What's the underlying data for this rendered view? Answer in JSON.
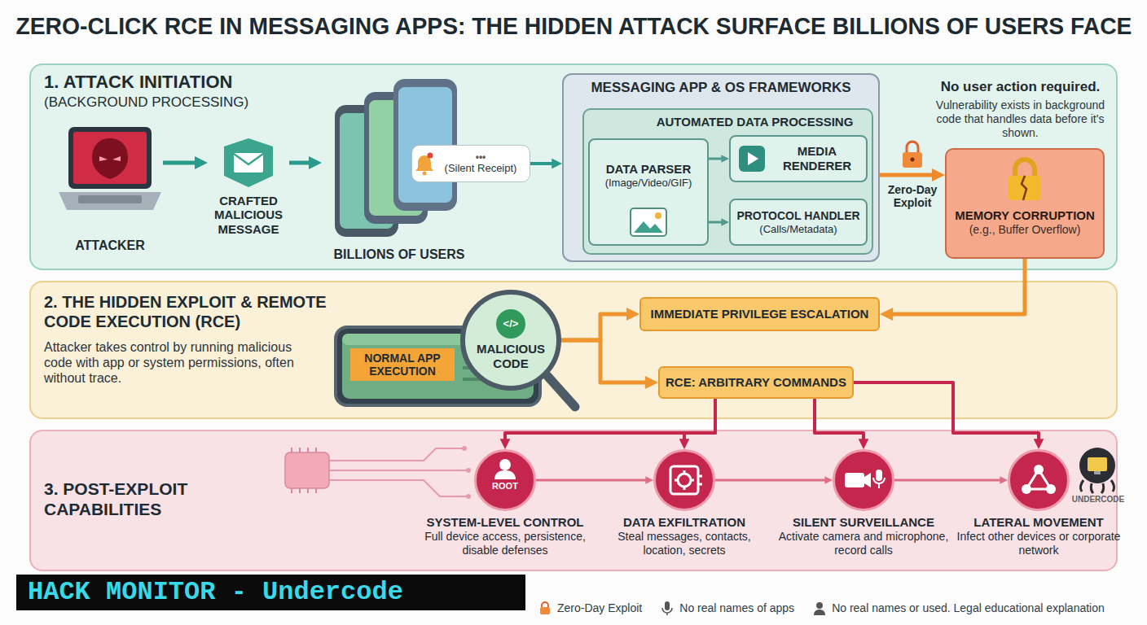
{
  "diagram": {
    "title": "ZERO-CLICK RCE IN MESSAGING APPS: THE HIDDEN ATTACK SURFACE BILLIONS OF USERS FACE",
    "nodes": [
      {
        "text": [
          "1. ATTACK INITIATION",
          "(BACKGROUND PROCESSING)"
        ]
      },
      {
        "text": [
          "ATTACKER"
        ],
        "in": 0
      },
      {
        "text": [
          "CRAFTED MALICIOUS MESSAGE"
        ],
        "in": 0
      },
      {
        "text": [
          "BILLIONS OF USERS"
        ],
        "in": 0
      },
      {
        "text": [
          "•••",
          "(Silent Receipt)"
        ],
        "in": 0
      },
      {
        "text": [
          "MESSAGING APP & OS FRAMEWORKS"
        ],
        "in": 0
      },
      {
        "text": [
          "AUTOMATED DATA PROCESSING"
        ],
        "in": 5
      },
      {
        "text": [
          "DATA PARSER",
          "(Image/Video/GIF)"
        ],
        "in": 6
      },
      {
        "text": [
          "MEDIA RENDERER"
        ],
        "in": 6
      },
      {
        "text": [
          "PROTOCOL HANDLER",
          "(Calls/Metadata)"
        ],
        "in": 6
      },
      {
        "text": [
          "MEMORY CORRUPTION",
          "(e.g., Buffer Overflow)"
        ],
        "in": 0
      },
      {
        "text": [
          "2. THE HIDDEN EXPLOIT & REMOTE CODE EXECUTION (RCE)",
          "Attacker takes control by running malicious code with app or system permissions, often without trace."
        ]
      },
      {
        "text": [
          "NORMAL APP EXECUTION"
        ],
        "in": 11
      },
      {
        "text": [
          "</>",
          "MALICIOUS CODE"
        ],
        "in": 11
      },
      {
        "text": [
          "IMMEDIATE PRIVILEGE ESCALATION"
        ],
        "in": 11
      },
      {
        "text": [
          "RCE: ARBITRARY COMMANDS"
        ],
        "in": 11
      },
      {
        "text": [
          "3. POST-EXPLOIT CAPABILITIES"
        ]
      },
      {
        "text": [
          "ROOT",
          "SYSTEM-LEVEL CONTROL",
          "Full device access, persistence, disable defenses"
        ],
        "in": 16
      },
      {
        "text": [
          "DATA EXFILTRATION",
          "Steal messages, contacts, location, secrets"
        ],
        "in": 16
      },
      {
        "text": [
          "SILENT SURVEILLANCE",
          "Activate camera and microphone, record calls"
        ],
        "in": 16
      },
      {
        "text": [
          "LATERAL MOVEMENT",
          "Infect other devices or corporate network"
        ],
        "in": 16
      }
    ],
    "edges": [
      {
        "from": 1,
        "to": 2,
        "arrow": "to"
      },
      {
        "from": 2,
        "to": 3,
        "arrow": "to"
      },
      {
        "from": 4,
        "to": 5,
        "arrow": "to"
      },
      {
        "from": 7,
        "to": 8,
        "arrow": "to"
      },
      {
        "from": 7,
        "to": 9,
        "arrow": "to"
      },
      {
        "from": 5,
        "to": 10,
        "label": "Zero-Day Exploit",
        "arrow": "to"
      },
      {
        "from": 10,
        "to": 14,
        "arrow": "to"
      },
      {
        "from": 13,
        "to": 14,
        "arrow": "to"
      },
      {
        "from": 13,
        "to": 15,
        "arrow": "to"
      },
      {
        "from": 15,
        "to": 17,
        "arrow": "to"
      },
      {
        "from": 15,
        "to": 18,
        "arrow": "to"
      },
      {
        "from": 15,
        "to": 19,
        "arrow": "to"
      },
      {
        "from": 15,
        "to": 20,
        "arrow": "to"
      },
      {
        "from": 17,
        "to": 18,
        "arrow": "to"
      },
      {
        "from": 18,
        "to": 19,
        "arrow": "to"
      },
      {
        "from": 19,
        "to": 20,
        "arrow": "to"
      }
    ],
    "labels": [
      "No user action required.",
      "Vulnerability exists in background code that handles data before it's shown.",
      "HACK MONITOR - Undercode",
      "UNDERCODE"
    ],
    "legend": [
      {
        "text": "Zero-Day Exploit"
      },
      {
        "text": "No real names of apps"
      },
      {
        "text": "No real names or used. Legal educational explanation"
      }
    ]
  }
}
